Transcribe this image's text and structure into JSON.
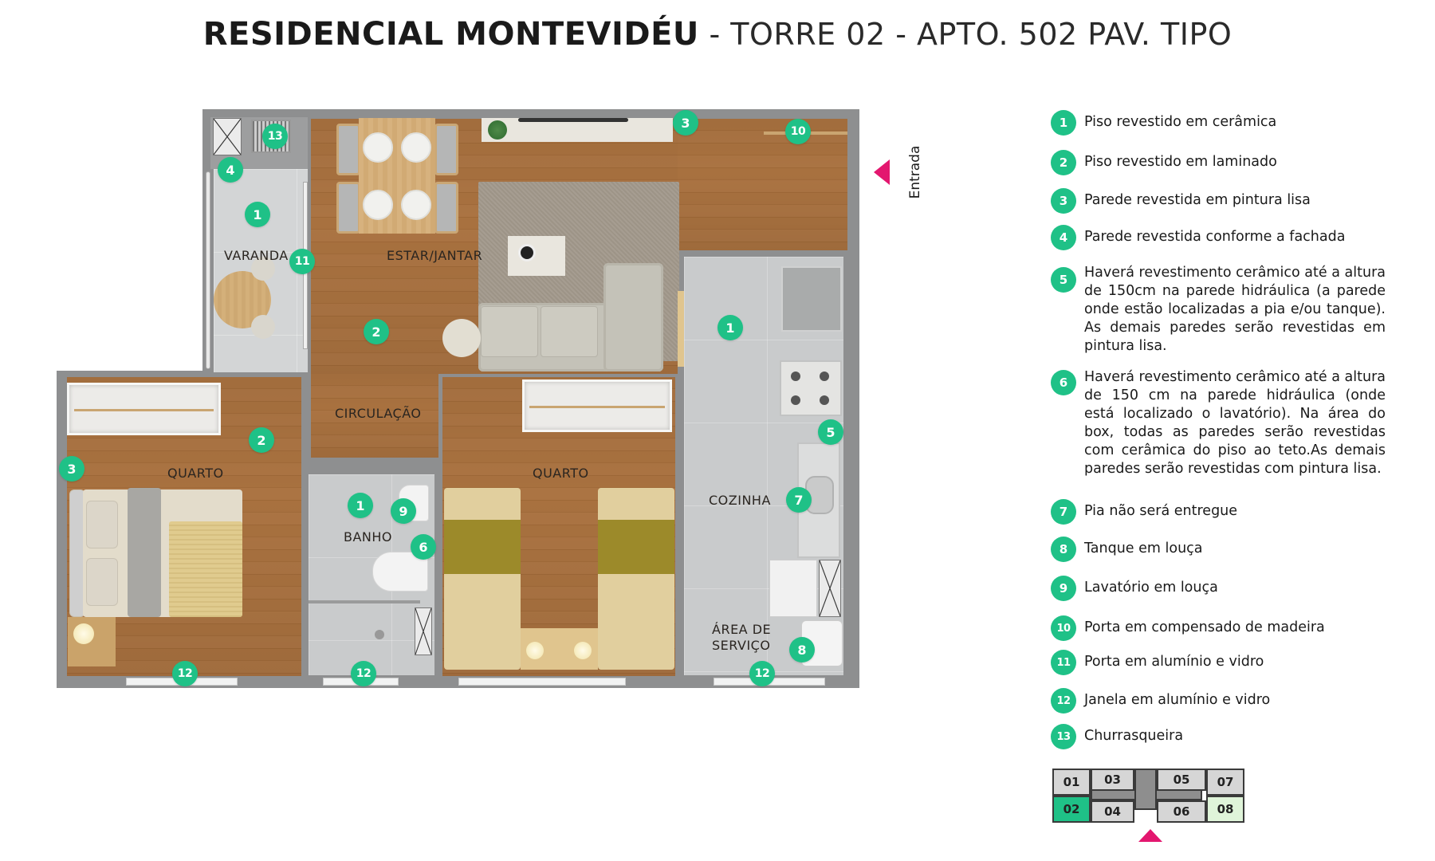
{
  "title": {
    "bold": "RESIDENCIAL MONTEVIDÉU",
    "light": " - TORRE 02 - APTO. 502 PAV. TIPO"
  },
  "colors": {
    "badge": "#1fc187",
    "accent_pink": "#e3176f",
    "wall": "#8e8f90",
    "selected_unit": "#1fc187",
    "highlight_unit": "#dff4d9"
  },
  "rooms": {
    "varanda": "VARANDA",
    "estar_jantar": "ESTAR/JANTAR",
    "circulacao": "CIRCULAÇÃO",
    "quarto_1": "QUARTO",
    "quarto_2": "QUARTO",
    "banho": "BANHO",
    "cozinha": "COZINHA",
    "area_servico_line1": "ÁREA DE",
    "area_servico_line2": "SERVIÇO"
  },
  "entrance": {
    "label": "Entrada",
    "icon": "triangle-left"
  },
  "plan_markers": [
    {
      "n": "13",
      "loc": "churrasqueira"
    },
    {
      "n": "4",
      "loc": "varanda-wall"
    },
    {
      "n": "1",
      "loc": "varanda-floor"
    },
    {
      "n": "11",
      "loc": "varanda-door"
    },
    {
      "n": "3",
      "loc": "estar-wall"
    },
    {
      "n": "10",
      "loc": "entry-door"
    },
    {
      "n": "2",
      "loc": "estar-floor"
    },
    {
      "n": "1",
      "loc": "cozinha-floor"
    },
    {
      "n": "5",
      "loc": "cozinha-wall"
    },
    {
      "n": "7",
      "loc": "pia"
    },
    {
      "n": "8",
      "loc": "tanque"
    },
    {
      "n": "12",
      "loc": "area-servico-window"
    },
    {
      "n": "2",
      "loc": "quarto-1-floor"
    },
    {
      "n": "3",
      "loc": "quarto-1-wall"
    },
    {
      "n": "12",
      "loc": "quarto-1-window"
    },
    {
      "n": "1",
      "loc": "banho-floor"
    },
    {
      "n": "9",
      "loc": "lavatorio"
    },
    {
      "n": "6",
      "loc": "banho-wall"
    },
    {
      "n": "12",
      "loc": "banho-window"
    }
  ],
  "legend": [
    {
      "n": "1",
      "text": "Piso revestido em cerâmica"
    },
    {
      "n": "2",
      "text": "Piso revestido em laminado"
    },
    {
      "n": "3",
      "text": "Parede revestida em pintura lisa"
    },
    {
      "n": "4",
      "text": "Parede revestida conforme a fachada"
    },
    {
      "n": "5",
      "text": "Haverá revestimento cerâmico até a altura de 150cm  na parede hidráulica (a parede onde estão localizadas a pia e/ou tanque). As demais paredes serão revestidas em pintura lisa."
    },
    {
      "n": "6",
      "text": "Haverá revestimento cerâmico até a altura de 150 cm na parede hidráulica (onde está localizado o lavatório). Na área do box, todas as paredes serão revestidas com cerâmica do piso ao teto.As demais paredes serão revestidas com pintura lisa."
    },
    {
      "n": "7",
      "text": "Pia não será entregue"
    },
    {
      "n": "8",
      "text": "Tanque em louça"
    },
    {
      "n": "9",
      "text": "Lavatório em louça"
    },
    {
      "n": "10",
      "text": "Porta em compensado de madeira"
    },
    {
      "n": "11",
      "text": "Porta em alumínio e vidro"
    },
    {
      "n": "12",
      "text": "Janela em alumínio e vidro"
    },
    {
      "n": "13",
      "text": "Churrasqueira"
    }
  ],
  "key_plan": {
    "units": [
      "01",
      "02",
      "03",
      "04",
      "05",
      "06",
      "07",
      "08"
    ],
    "selected": "02",
    "highlighted": "08"
  }
}
